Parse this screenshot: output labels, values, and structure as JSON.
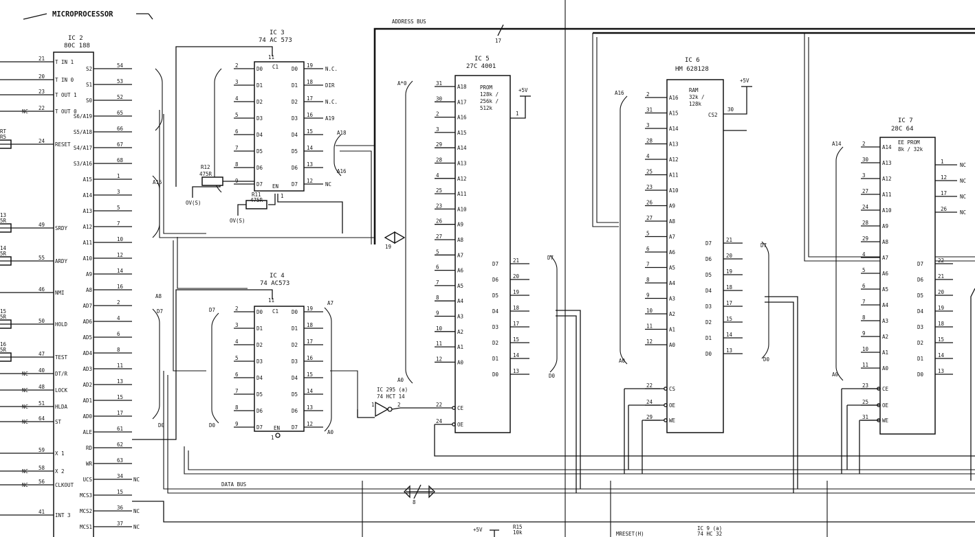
{
  "title": "MICROPROCESSOR",
  "labels": {
    "address_bus": "ADDRESS BUS",
    "data_bus": "DATA BUS",
    "addr_bus_width": "17",
    "data_bus_width": "8",
    "ic3_bus_width": "19",
    "nc": "NC",
    "nc_dot": "N.C.",
    "plus5v": "+5V",
    "ovs": "OV(S)",
    "r12": "R12",
    "r11": "R11",
    "r_value": "475R",
    "r15": "R15",
    "r15_value": "10k",
    "bottom_ic9": "IC 9 (a)",
    "bottom_ic9_type": "74 HC 32",
    "bottom_mreset": "MRESET(H)",
    "a0_label": "A0",
    "a19_label": "A19",
    "a18_label": "A18",
    "a16_label": "A16",
    "a15_label": "A15",
    "a14_label": "A14",
    "a8_label": "A8",
    "a7_label": "A7",
    "d7_label": "D7",
    "d0_label": "D0",
    "dir_label": "DIR",
    "a_star_0": "A*0"
  },
  "left_resistors": [
    "RT",
    "R5",
    "13",
    "5R",
    "14",
    "5R",
    "15",
    "5R",
    "16",
    "5R"
  ],
  "ic2": {
    "ref": "IC 2",
    "type": "80C 188",
    "left_pins": [
      {
        "num": "21",
        "name": "T IN 1",
        "nc": false
      },
      {
        "num": "20",
        "name": "T IN 0",
        "nc": false
      },
      {
        "num": "23",
        "name": "T OUT 1",
        "nc": false
      },
      {
        "num": "22",
        "name": "T OUT 0",
        "nc": true
      },
      {
        "num": "24",
        "name": "RESET",
        "nc": false
      },
      {
        "num": "49",
        "name": "SRDY",
        "nc": false
      },
      {
        "num": "55",
        "name": "ARDY",
        "nc": false
      },
      {
        "num": "46",
        "name": "NMI",
        "nc": false
      },
      {
        "num": "50",
        "name": "HOLD",
        "nc": false
      },
      {
        "num": "47",
        "name": "TEST",
        "nc": false
      },
      {
        "num": "40",
        "name": "DT/R",
        "nc": true
      },
      {
        "num": "48",
        "name": "LOCK",
        "nc": true
      },
      {
        "num": "51",
        "name": "HLDA",
        "nc": true
      },
      {
        "num": "64",
        "name": "ST",
        "nc": true
      },
      {
        "num": "59",
        "name": "X 1",
        "nc": false
      },
      {
        "num": "58",
        "name": "X 2",
        "nc": true
      },
      {
        "num": "56",
        "name": "CLKOUT",
        "nc": true
      },
      {
        "num": "41",
        "name": "INT 3",
        "nc": false
      }
    ],
    "right_pins": [
      {
        "name": "S2",
        "num": "54",
        "nc": false
      },
      {
        "name": "S1",
        "num": "53",
        "nc": false
      },
      {
        "name": "S0",
        "num": "52",
        "nc": false
      },
      {
        "name": "S6/A19",
        "num": "65",
        "nc": false
      },
      {
        "name": "S5/A18",
        "num": "66",
        "nc": false
      },
      {
        "name": "S4/A17",
        "num": "67",
        "nc": false
      },
      {
        "name": "S3/A16",
        "num": "68",
        "nc": false
      },
      {
        "name": "A15",
        "num": "1",
        "nc": false
      },
      {
        "name": "A14",
        "num": "3",
        "nc": false
      },
      {
        "name": "A13",
        "num": "5",
        "nc": false
      },
      {
        "name": "A12",
        "num": "7",
        "nc": false
      },
      {
        "name": "A11",
        "num": "10",
        "nc": false
      },
      {
        "name": "A10",
        "num": "12",
        "nc": false
      },
      {
        "name": "A9",
        "num": "14",
        "nc": false
      },
      {
        "name": "A8",
        "num": "16",
        "nc": false
      },
      {
        "name": "AD7",
        "num": "2",
        "nc": false
      },
      {
        "name": "AD6",
        "num": "4",
        "nc": false
      },
      {
        "name": "AD5",
        "num": "6",
        "nc": false
      },
      {
        "name": "AD4",
        "num": "8",
        "nc": false
      },
      {
        "name": "AD3",
        "num": "11",
        "nc": false
      },
      {
        "name": "AD2",
        "num": "13",
        "nc": false
      },
      {
        "name": "AD1",
        "num": "15",
        "nc": false
      },
      {
        "name": "AD0",
        "num": "17",
        "nc": false
      },
      {
        "name": "ALE",
        "num": "61",
        "nc": false
      },
      {
        "name": "RD",
        "num": "62",
        "nc": false
      },
      {
        "name": "WR",
        "num": "63",
        "nc": false
      },
      {
        "name": "UCS",
        "num": "34",
        "nc": true
      },
      {
        "name": "MCS3",
        "num": "15",
        "nc": false
      },
      {
        "name": "MCS2",
        "num": "36",
        "nc": true
      },
      {
        "name": "MCS1",
        "num": "37",
        "nc": true
      }
    ]
  },
  "ic3": {
    "ref": "IC 3",
    "type": "74 AC 573",
    "c1_pin": "11",
    "c1_name": "C1",
    "en_pin": "1",
    "en_name": "EN",
    "left_pins": [
      {
        "num": "2",
        "name": "D0"
      },
      {
        "num": "3",
        "name": "D1"
      },
      {
        "num": "4",
        "name": "D2"
      },
      {
        "num": "5",
        "name": "D3"
      },
      {
        "num": "6",
        "name": "D4"
      },
      {
        "num": "7",
        "name": "D5"
      },
      {
        "num": "8",
        "name": "D6"
      },
      {
        "num": "9",
        "name": "D7"
      }
    ],
    "right_pins": [
      {
        "name": "D0",
        "num": "19",
        "note": "N.C."
      },
      {
        "name": "D1",
        "num": "18",
        "note": "DIR"
      },
      {
        "name": "D2",
        "num": "17",
        "note": "N.C."
      },
      {
        "name": "D3",
        "num": "16",
        "note": "A19"
      },
      {
        "name": "D4",
        "num": "15",
        "note": ""
      },
      {
        "name": "D5",
        "num": "14",
        "note": ""
      },
      {
        "name": "D6",
        "num": "13",
        "note": ""
      },
      {
        "name": "D7",
        "num": "12",
        "note": "NC"
      }
    ]
  },
  "ic4": {
    "ref": "IC 4",
    "type": "74 AC573",
    "c1_pin": "11",
    "c1_name": "C1",
    "en_pin": "1",
    "en_name": "EN",
    "left_pins": [
      {
        "num": "2",
        "name": "D0"
      },
      {
        "num": "3",
        "name": "D1"
      },
      {
        "num": "4",
        "name": "D2"
      },
      {
        "num": "5",
        "name": "D3"
      },
      {
        "num": "6",
        "name": "D4"
      },
      {
        "num": "7",
        "name": "D5"
      },
      {
        "num": "8",
        "name": "D6"
      },
      {
        "num": "9",
        "name": "D7"
      }
    ],
    "right_pins": [
      {
        "name": "D0",
        "num": "19"
      },
      {
        "name": "D1",
        "num": "18"
      },
      {
        "name": "D2",
        "num": "17"
      },
      {
        "name": "D3",
        "num": "16"
      },
      {
        "name": "D4",
        "num": "15"
      },
      {
        "name": "D5",
        "num": "14"
      },
      {
        "name": "D6",
        "num": "13"
      },
      {
        "name": "D7",
        "num": "12"
      }
    ]
  },
  "ic5": {
    "ref": "IC 5",
    "type": "27C 4001",
    "desc": [
      "PROM",
      "128k /",
      "256k /",
      "512k"
    ],
    "vcc_pin": "1",
    "left_pins": [
      {
        "num": "31",
        "name": "A18"
      },
      {
        "num": "30",
        "name": "A17"
      },
      {
        "num": "2",
        "name": "A16"
      },
      {
        "num": "3",
        "name": "A15"
      },
      {
        "num": "29",
        "name": "A14"
      },
      {
        "num": "28",
        "name": "A13"
      },
      {
        "num": "4",
        "name": "A12"
      },
      {
        "num": "25",
        "name": "A11"
      },
      {
        "num": "23",
        "name": "A10"
      },
      {
        "num": "26",
        "name": "A9"
      },
      {
        "num": "27",
        "name": "A8"
      },
      {
        "num": "5",
        "name": "A7"
      },
      {
        "num": "6",
        "name": "A6"
      },
      {
        "num": "7",
        "name": "A5"
      },
      {
        "num": "8",
        "name": "A4"
      },
      {
        "num": "9",
        "name": "A3"
      },
      {
        "num": "10",
        "name": "A2"
      },
      {
        "num": "11",
        "name": "A1"
      },
      {
        "num": "12",
        "name": "A0"
      }
    ],
    "right_pins": [
      {
        "name": "D7",
        "num": "21"
      },
      {
        "name": "D6",
        "num": "20"
      },
      {
        "name": "D5",
        "num": "19"
      },
      {
        "name": "D4",
        "num": "18"
      },
      {
        "name": "D3",
        "num": "17"
      },
      {
        "name": "D2",
        "num": "15"
      },
      {
        "name": "D1",
        "num": "14"
      },
      {
        "name": "D0",
        "num": "13"
      }
    ],
    "ctrl_pins": [
      {
        "num": "22",
        "name": "CE"
      },
      {
        "num": "24",
        "name": "OE"
      }
    ]
  },
  "ic6": {
    "ref": "IC 6",
    "type": "HM 628128",
    "desc": [
      "RAM",
      "32k /",
      "128k"
    ],
    "cs2": {
      "name": "CS2",
      "num": "30"
    },
    "left_pins": [
      {
        "num": "2",
        "name": "A16"
      },
      {
        "num": "31",
        "name": "A15"
      },
      {
        "num": "3",
        "name": "A14"
      },
      {
        "num": "28",
        "name": "A13"
      },
      {
        "num": "4",
        "name": "A12"
      },
      {
        "num": "25",
        "name": "A11"
      },
      {
        "num": "23",
        "name": "A10"
      },
      {
        "num": "26",
        "name": "A9"
      },
      {
        "num": "27",
        "name": "A8"
      },
      {
        "num": "5",
        "name": "A7"
      },
      {
        "num": "6",
        "name": "A6"
      },
      {
        "num": "7",
        "name": "A5"
      },
      {
        "num": "8",
        "name": "A4"
      },
      {
        "num": "9",
        "name": "A3"
      },
      {
        "num": "10",
        "name": "A2"
      },
      {
        "num": "11",
        "name": "A1"
      },
      {
        "num": "12",
        "name": "A0"
      }
    ],
    "right_pins": [
      {
        "name": "D7",
        "num": "21"
      },
      {
        "name": "D6",
        "num": "20"
      },
      {
        "name": "D5",
        "num": "19"
      },
      {
        "name": "D4",
        "num": "18"
      },
      {
        "name": "D3",
        "num": "17"
      },
      {
        "name": "D2",
        "num": "15"
      },
      {
        "name": "D1",
        "num": "14"
      },
      {
        "name": "D0",
        "num": "13"
      }
    ],
    "ctrl_pins": [
      {
        "num": "22",
        "name": "CS"
      },
      {
        "num": "24",
        "name": "OE"
      },
      {
        "num": "29",
        "name": "WE"
      }
    ]
  },
  "ic7": {
    "ref": "IC 7",
    "type": "28C 64",
    "desc": [
      "EE PROM",
      "8k / 32k"
    ],
    "left_pins": [
      {
        "num": "2",
        "name": "A14"
      },
      {
        "num": "30",
        "name": "A13"
      },
      {
        "num": "3",
        "name": "A12"
      },
      {
        "num": "27",
        "name": "A11"
      },
      {
        "num": "24",
        "name": "A10"
      },
      {
        "num": "28",
        "name": "A9"
      },
      {
        "num": "29",
        "name": "A8"
      },
      {
        "num": "4",
        "name": "A7"
      },
      {
        "num": "5",
        "name": "A6"
      },
      {
        "num": "6",
        "name": "A5"
      },
      {
        "num": "7",
        "name": "A4"
      },
      {
        "num": "8",
        "name": "A3"
      },
      {
        "num": "9",
        "name": "A2"
      },
      {
        "num": "10",
        "name": "A1"
      },
      {
        "num": "11",
        "name": "A0"
      }
    ],
    "right_top": [
      {
        "num": "1",
        "note": "NC"
      },
      {
        "num": "12",
        "note": "NC"
      },
      {
        "num": "17",
        "note": "NC"
      },
      {
        "num": "26",
        "note": "NC"
      }
    ],
    "right_pins": [
      {
        "name": "D7",
        "num": "22"
      },
      {
        "name": "D6",
        "num": "21"
      },
      {
        "name": "D5",
        "num": "20"
      },
      {
        "name": "D4",
        "num": "19"
      },
      {
        "name": "D3",
        "num": "18"
      },
      {
        "name": "D2",
        "num": "15"
      },
      {
        "name": "D1",
        "num": "14"
      },
      {
        "name": "D0",
        "num": "13"
      }
    ],
    "ctrl_pins": [
      {
        "num": "23",
        "name": "CE"
      },
      {
        "num": "25",
        "name": "OE"
      },
      {
        "num": "31",
        "name": "WE"
      }
    ]
  },
  "gate": {
    "ref": "IC 295 (a)",
    "type": "74 HCT 14",
    "in_pin": "1",
    "out_pin": "2"
  }
}
